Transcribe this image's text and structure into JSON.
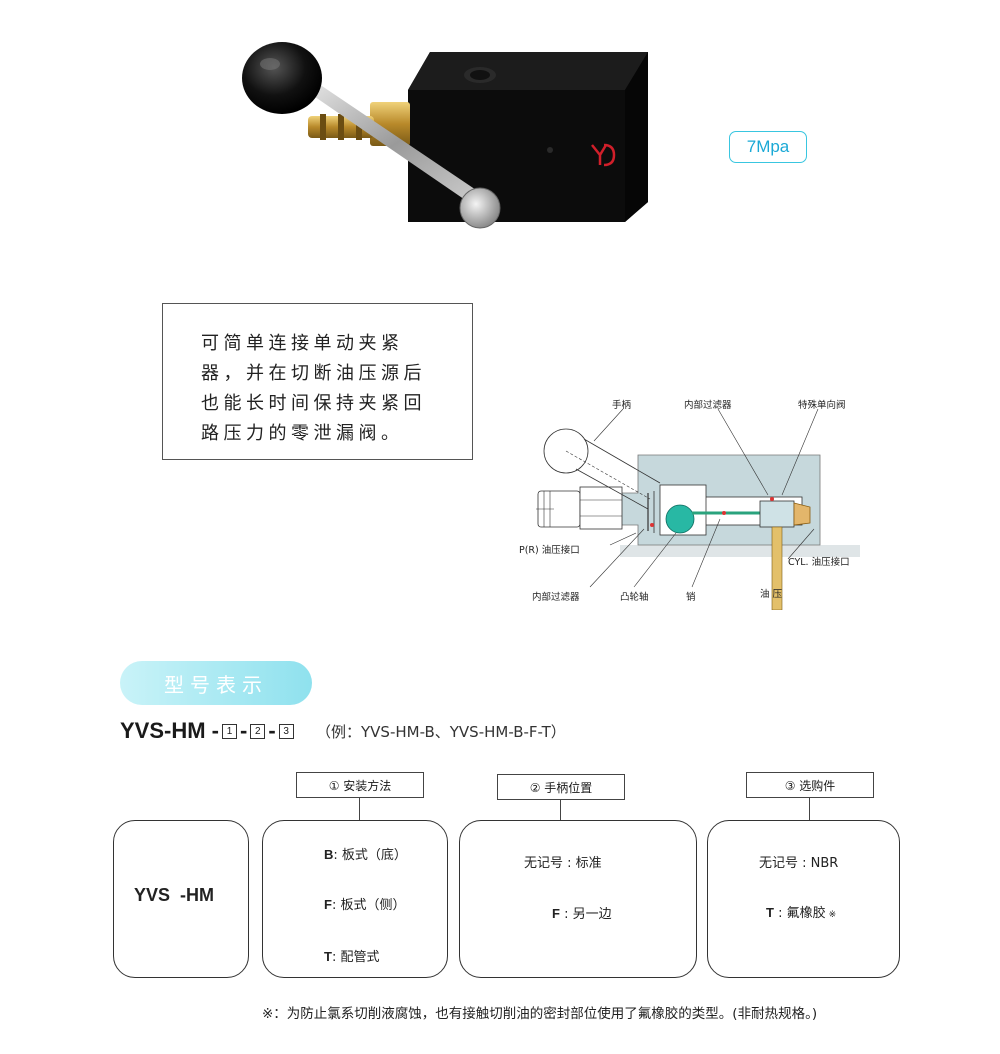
{
  "badge": {
    "pressure": "7Mpa"
  },
  "description": {
    "lines": [
      "可简单连接单动夹紧",
      "器，并在切断油压源后",
      "也能长时间保持夹紧回",
      "路压力的零泄漏阀。"
    ]
  },
  "diagram": {
    "labels": {
      "handle": "手柄",
      "internal_filter_top": "内部过滤器",
      "special_check_valve": "特殊单向阀",
      "p_port": "P(R) 油压接口",
      "cyl_port": "CYL. 油压接口",
      "internal_filter_bottom": "内部过滤器",
      "cam_shaft": "凸轮轴",
      "pin": "销",
      "oil_pressure": "油 压"
    }
  },
  "section": {
    "title": "型号表示"
  },
  "model": {
    "prefix": "YVS-HM -",
    "slots": [
      "1",
      "2",
      "3"
    ],
    "example": "（例：YVS-HM-B、YVS-HM-B-F-T）"
  },
  "options": {
    "base_label": "YVS  -HM",
    "mounting": {
      "header": "① 安装方法",
      "items": [
        {
          "code": "B",
          "text": ": 板式（底）"
        },
        {
          "code": "F",
          "text": ": 板式（侧）"
        },
        {
          "code": "T",
          "text": ": 配管式"
        }
      ]
    },
    "handle_position": {
      "header": "② 手柄位置",
      "items": [
        {
          "code": "",
          "text": "无记号 : 标准"
        },
        {
          "code": "F",
          "text": " : 另一边"
        }
      ]
    },
    "optional": {
      "header": "③ 选购件",
      "items": [
        {
          "code": "",
          "text": "无记号 : NBR"
        },
        {
          "code": "T",
          "text": " : 氟橡胶",
          "mark": "※"
        }
      ]
    }
  },
  "footnote": "※：为防止氯系切削液腐蚀，也有接触切削油的密封部位使用了氟橡胶的类型。(非耐热规格。)"
}
